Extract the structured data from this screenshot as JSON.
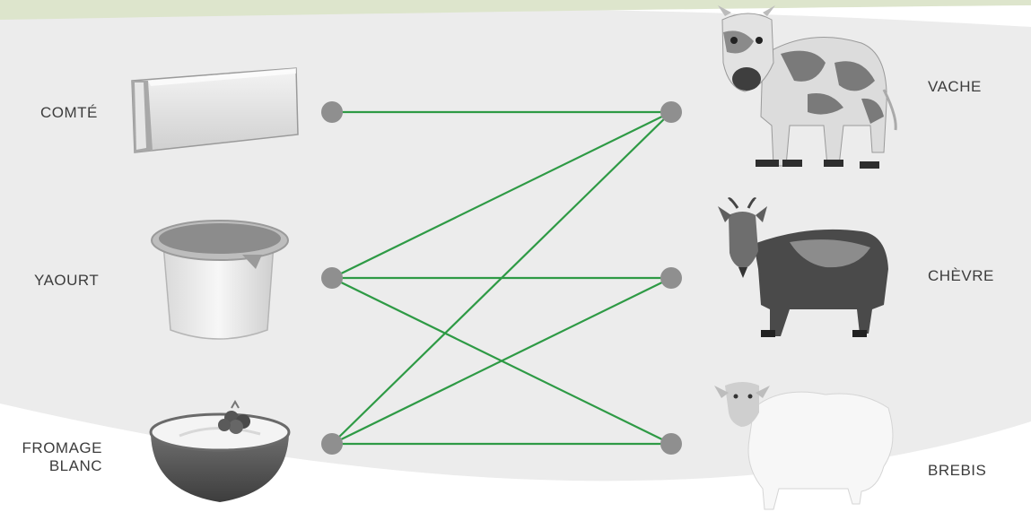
{
  "colors": {
    "top_band": "#dde5cc",
    "panel": "#ececec",
    "line": "#2e9a45",
    "node": "#8f8f8f",
    "text": "#3c3c3c"
  },
  "left_items": [
    {
      "label_lines": [
        "COMTÉ"
      ],
      "icon": "comte-cheese-icon"
    },
    {
      "label_lines": [
        "YAOURT"
      ],
      "icon": "yogurt-pot-icon"
    },
    {
      "label_lines": [
        "FROMAGE",
        "BLANC"
      ],
      "icon": "fromage-blanc-bowl-icon"
    }
  ],
  "right_items": [
    {
      "label": "VACHE",
      "icon": "cow-icon"
    },
    {
      "label": "CHÈVRE",
      "icon": "goat-icon"
    },
    {
      "label": "BREBIS",
      "icon": "sheep-icon"
    }
  ],
  "connections": [
    {
      "from": 0,
      "to": 0
    },
    {
      "from": 1,
      "to": 0
    },
    {
      "from": 1,
      "to": 1
    },
    {
      "from": 1,
      "to": 2
    },
    {
      "from": 2,
      "to": 0
    },
    {
      "from": 2,
      "to": 1
    },
    {
      "from": 2,
      "to": 2
    }
  ]
}
